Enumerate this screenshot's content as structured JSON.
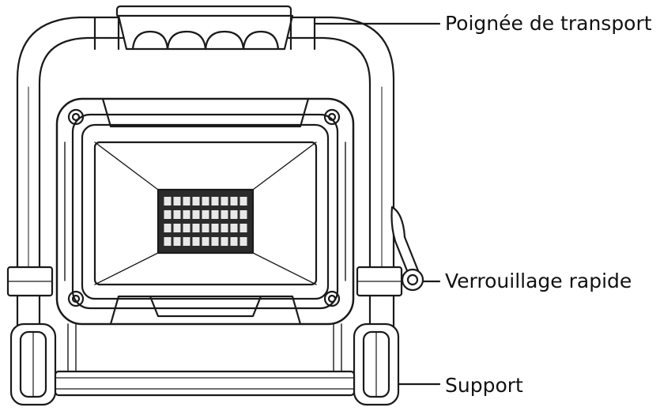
{
  "labels": {
    "carry_handle": "Poignée de transport",
    "quick_lock": "Verrouillage rapide",
    "stand": "Support"
  },
  "colors": {
    "line": "#1a1a1a",
    "fill": "#ffffff",
    "led": "#2b2b2b"
  },
  "led_grid": {
    "rows": 4,
    "cols": 9
  }
}
